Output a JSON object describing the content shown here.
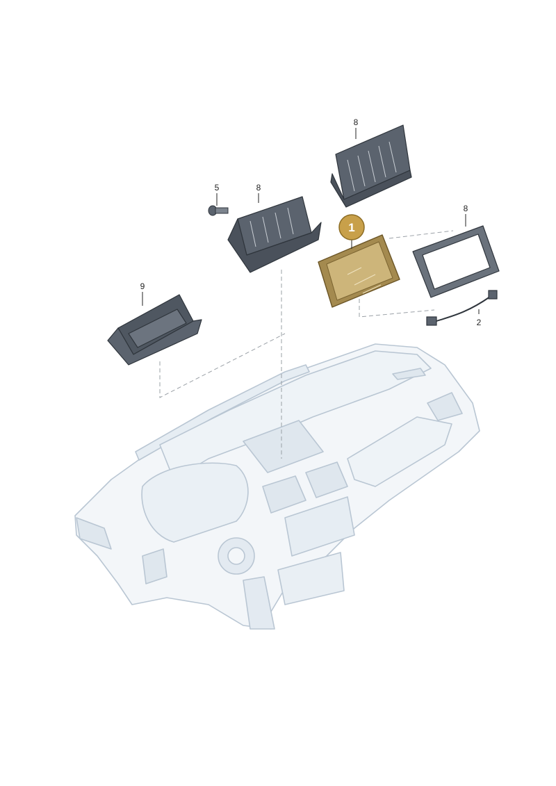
{
  "highlight_color": "#c8a04a",
  "part_color": "#3f4650",
  "dash_color": "#9aa0a6",
  "dashboard_color": "#b9c6d3",
  "callouts": {
    "main_display": "1",
    "cable": "2",
    "bolt": "5",
    "cover_top": "8",
    "cover_left": "8",
    "frame_right": "8",
    "storage_box": "9"
  }
}
